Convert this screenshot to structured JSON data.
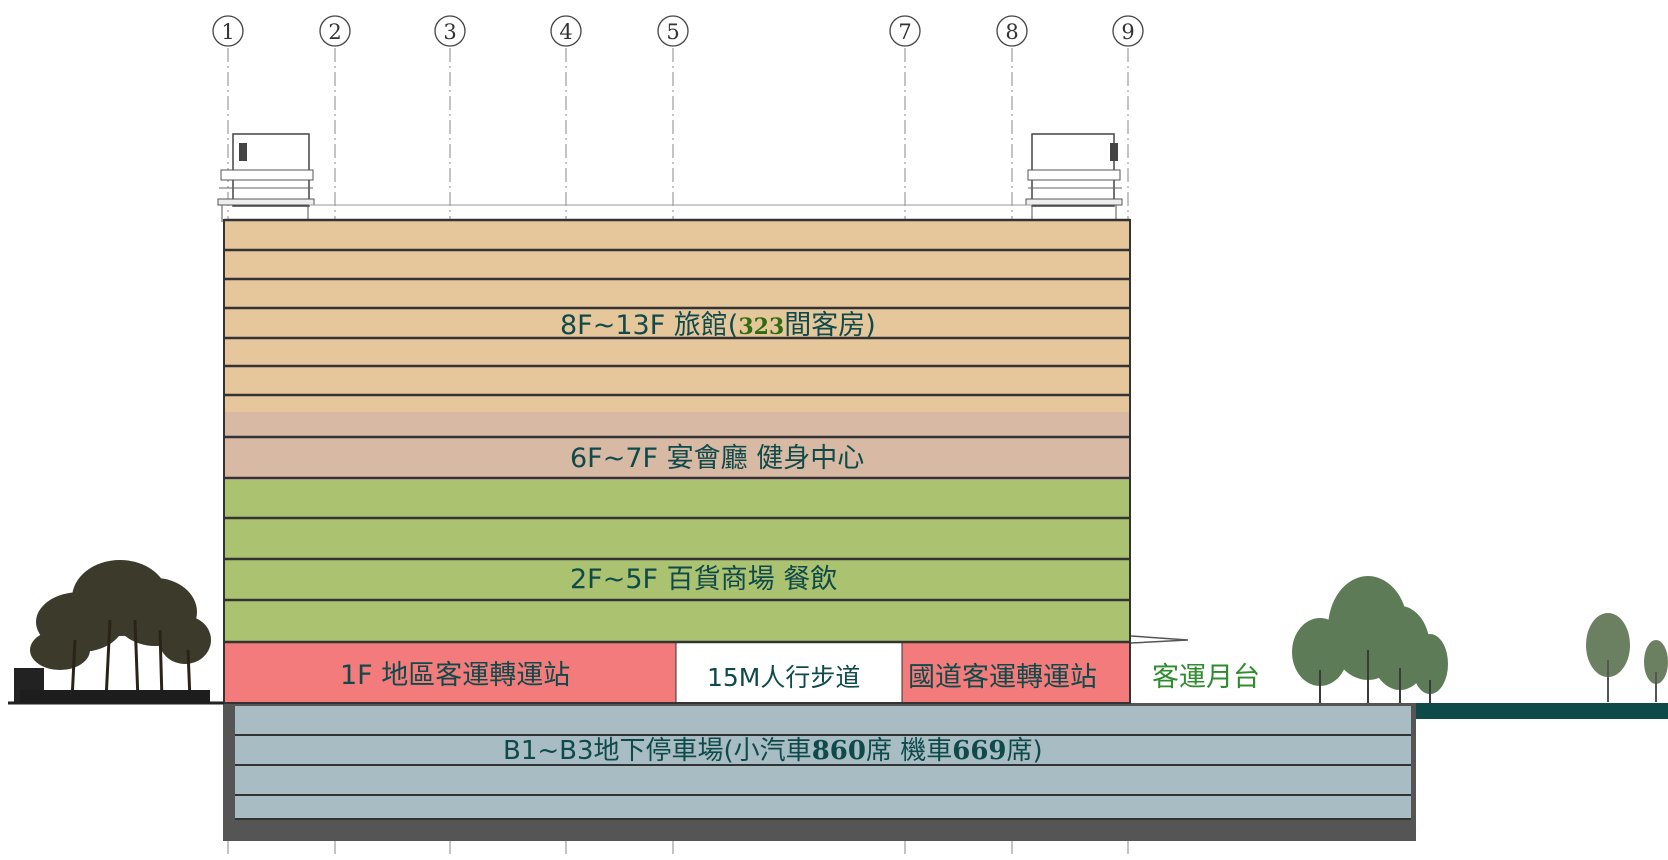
{
  "grid_axes": [
    "1",
    "2",
    "3",
    "4",
    "5",
    "7",
    "8",
    "9"
  ],
  "floors": {
    "hotel": {
      "prefix": "8F~13F 旅館(",
      "rooms": "323",
      "suffix": "間客房)",
      "color": "#e6c79c"
    },
    "banquet": {
      "text": "6F~7F 宴會廳 健身中心",
      "color": "#d8b9a4"
    },
    "retail": {
      "text": "2F~5F 百貨商場 餐飲",
      "color": "#abc270"
    },
    "ground": {
      "local_station": {
        "text": "1F 地區客運轉運站",
        "color": "#f47b7b"
      },
      "walkway": {
        "text": "15M人行步道",
        "color": "#ffffff"
      },
      "highway_station": {
        "text": "國道客運轉運站",
        "color": "#f47b7b"
      },
      "platform": {
        "text": "客運月台",
        "color": "#2e8b2e"
      }
    },
    "basement": {
      "prefix": "B1~B3地下停車場(小汽車",
      "cars": "860",
      "mid": "席 機車",
      "motorcycles": "669",
      "suffix": "席)",
      "color": "#a8bcc4"
    }
  },
  "colors": {
    "label": "#0f4a4a",
    "ground_band": "#0d4a48",
    "slab": "#333333"
  }
}
